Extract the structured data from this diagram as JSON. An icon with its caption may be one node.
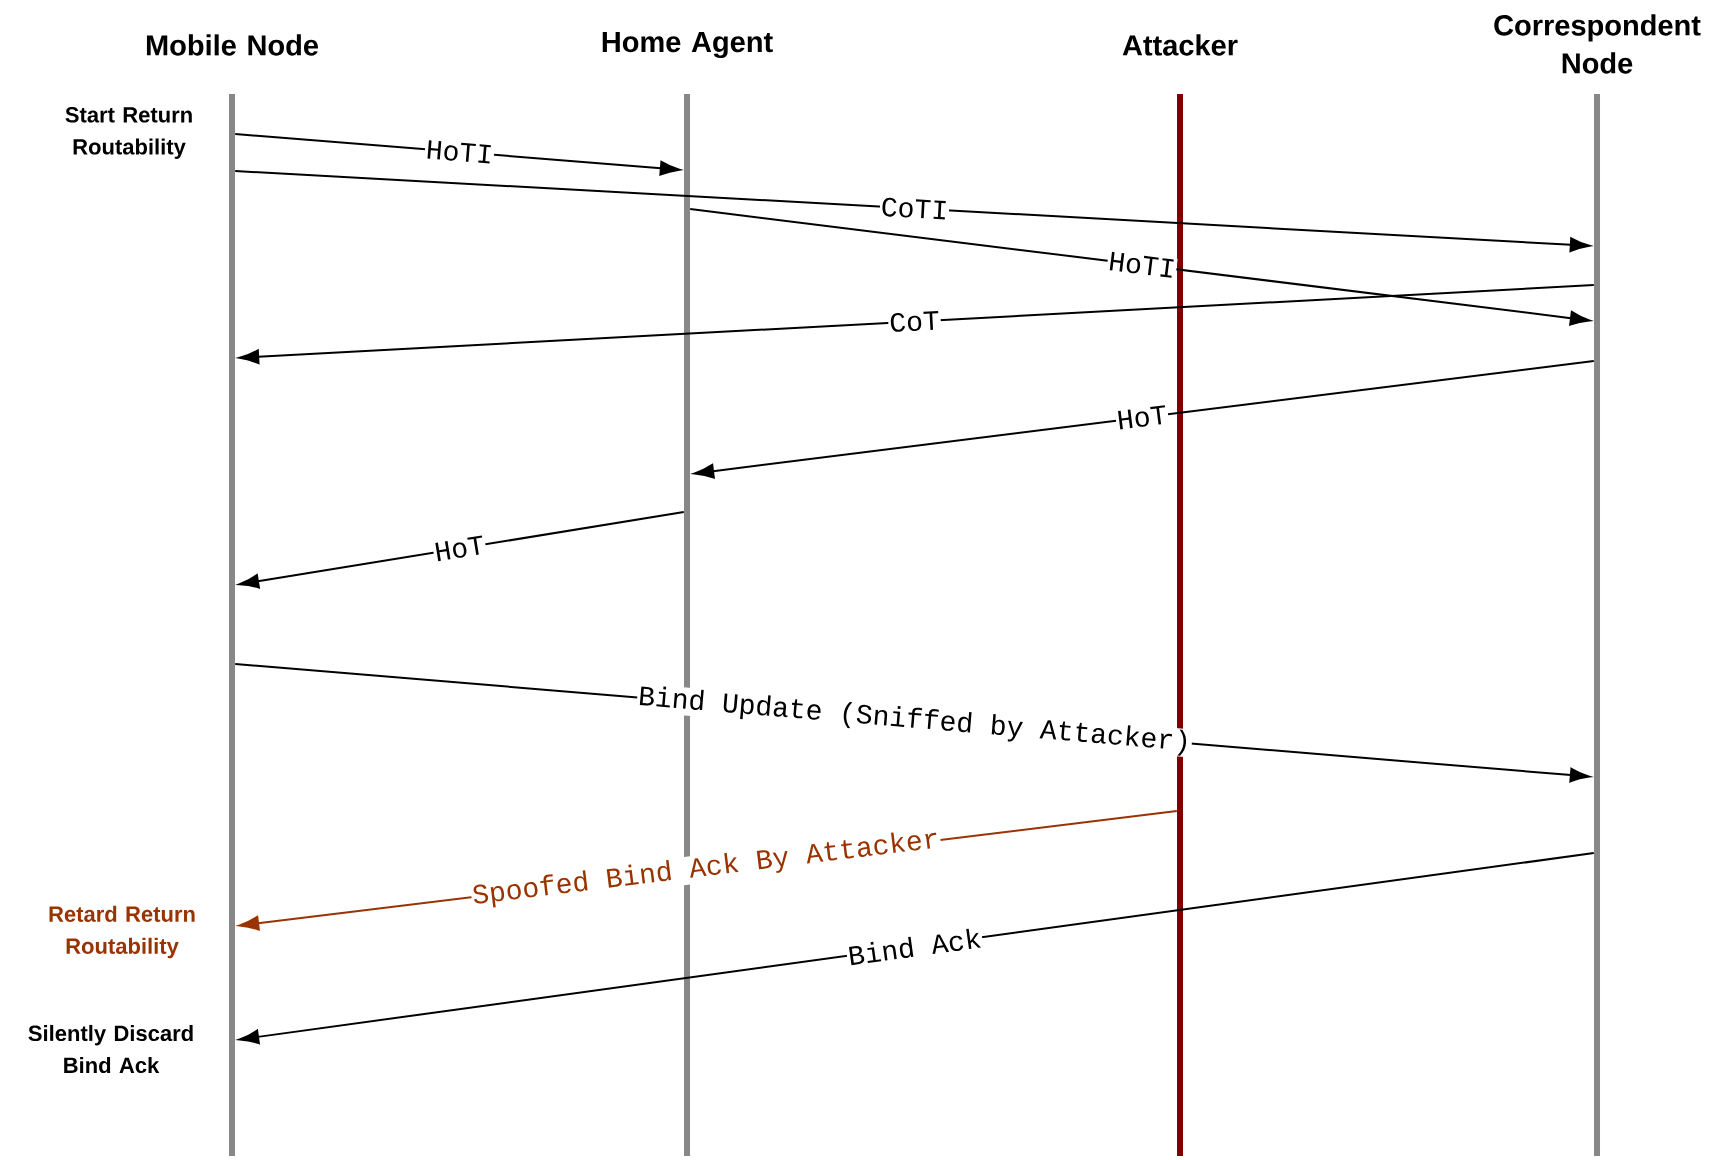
{
  "diagram": {
    "nodes": [
      {
        "text": [
          "Mobile Node"
        ]
      },
      {
        "text": [
          "Home Agent"
        ]
      },
      {
        "text": [
          "Attacker"
        ]
      },
      {
        "text": [
          "Correspondent Node"
        ]
      }
    ],
    "edges": [
      {
        "from": 0,
        "to": 1,
        "arrow": "to",
        "label": "HoTI"
      },
      {
        "from": 0,
        "to": 3,
        "arrow": "to",
        "label": "CoTI"
      },
      {
        "from": 1,
        "to": 3,
        "arrow": "to",
        "label": "HoTI"
      },
      {
        "from": 3,
        "to": 0,
        "arrow": "to",
        "label": "CoT"
      },
      {
        "from": 3,
        "to": 1,
        "arrow": "to",
        "label": "HoT"
      },
      {
        "from": 1,
        "to": 0,
        "arrow": "to",
        "label": "HoT"
      },
      {
        "from": 0,
        "to": 3,
        "arrow": "to",
        "label": "Bind Update (Sniffed by Attacker)"
      },
      {
        "from": 2,
        "to": 0,
        "arrow": "to",
        "label": "Spoofed Bind Ack By Attacker",
        "color": "#993300"
      },
      {
        "from": 3,
        "to": 0,
        "arrow": "to",
        "label": "Bind Ack"
      }
    ],
    "labels": [
      "Start Return Routability",
      "Retard Return Routability",
      "Silently Discard Bind Ack"
    ]
  }
}
